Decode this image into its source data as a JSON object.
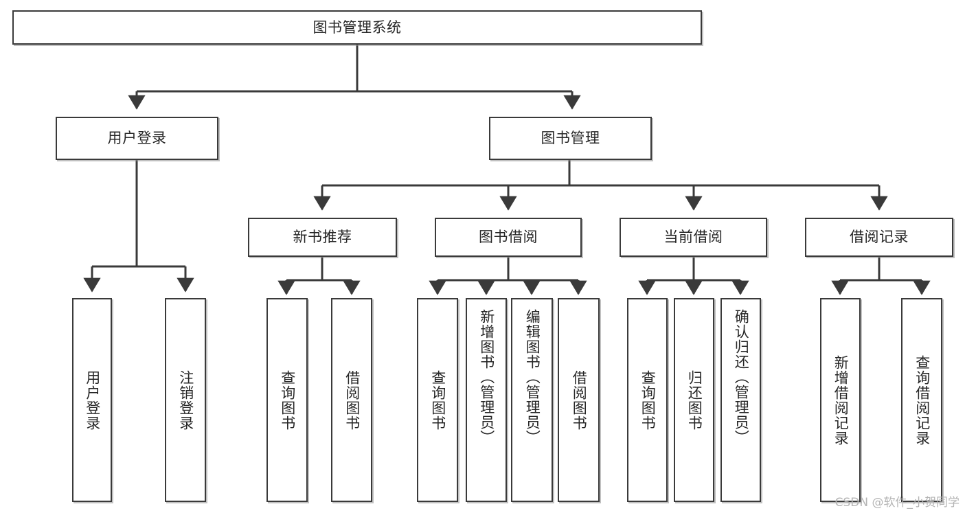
{
  "diagram": {
    "type": "tree-hierarchy",
    "title": "图书管理系统",
    "background_color": "#ffffff",
    "line_color": "#3a3a3a",
    "text_color": "#262626",
    "watermark": "CSDN @软件_小贺同学"
  },
  "nodes": {
    "root": {
      "label": "图书管理系统"
    },
    "level2": [
      {
        "id": "user-login",
        "label": "用户登录"
      },
      {
        "id": "book-manage",
        "label": "图书管理"
      }
    ],
    "level3": [
      {
        "id": "new-book-recommend",
        "label": "新书推荐"
      },
      {
        "id": "book-borrow",
        "label": "图书借阅"
      },
      {
        "id": "current-borrow",
        "label": "当前借阅"
      },
      {
        "id": "borrow-record",
        "label": "借阅记录"
      }
    ],
    "leaves": {
      "user_login": [
        {
          "id": "leaf-user-login",
          "label": "用户登录"
        },
        {
          "id": "leaf-logout-login",
          "label": "注销登录"
        }
      ],
      "new_book_recommend": [
        {
          "id": "leaf-query-book-1",
          "label": "查询图书"
        },
        {
          "id": "leaf-borrow-book-1",
          "label": "借阅图书"
        }
      ],
      "book_borrow": [
        {
          "id": "leaf-query-book-2",
          "label": "查询图书"
        },
        {
          "id": "leaf-add-book",
          "label": "新增图书（管理员）"
        },
        {
          "id": "leaf-edit-book",
          "label": "编辑图书（管理员）"
        },
        {
          "id": "leaf-borrow-book-2",
          "label": "借阅图书"
        }
      ],
      "current_borrow": [
        {
          "id": "leaf-query-book-3",
          "label": "查询图书"
        },
        {
          "id": "leaf-return-book",
          "label": "归还图书"
        },
        {
          "id": "leaf-confirm-return",
          "label": "确认归还（管理员）"
        }
      ],
      "borrow_record": [
        {
          "id": "leaf-add-record",
          "label": "新增借阅记录"
        },
        {
          "id": "leaf-query-record",
          "label": "查询借阅记录"
        }
      ]
    }
  }
}
